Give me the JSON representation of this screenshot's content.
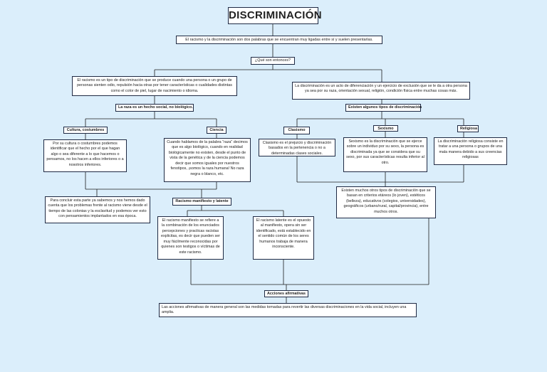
{
  "title": "DISCRIMINACIÓN",
  "intro": "El racismo y la discriminación son dos  palabras que se encuentran muy  ligadas entre sí y suelen presentarlas.",
  "question": "¿Qué son entonces?",
  "left_definition": "El racismo es un tipo de discriminación que se produce cuando una persona o un grupo de personas sienten odio, repulsión hacia otras por tener características o cualidades distintas como el color de piel, lugar de nacimiento o idioma.",
  "race_social": "La raza es un hecho social, no biológico.",
  "culture_label": "Cultura, costumbres",
  "culture_text": "Por su cultura o costumbres podemos identificar que el hecho por el que hagan algo o sea diferente a lo que hacemos o pensamos, no los hacen a ellos inferiores o a nosotros inferiores.",
  "science_label": "Ciencia",
  "science_text": "Cuando hablamos de la palabra “raza” decimos que es algo biológico, cuando en realidad biológicamente no existen, desde el punto de vista de la genética y de la ciencia podemos decir que somos iguales por nuestros fenotipos, ¡somos la raza humana! No raza negra o blanco, etc.",
  "conclusion": "Para concluir esta parte ya sabemos y nos hemos dado cuenta que los problemas frente al racismo viene desde el tiempo de las colonias y la esclavitud y podemos ver esto con pensamientos implantados en esa época.",
  "racism_types_label": "Racismo manifiesto y latente",
  "manifest_text": "El racismo manifiesto se refiere a la combinación de los enunciados percepciones y practicas racistas explicitas, es decir que pueden ser muy fácilmente reconocidas por quienes son testigos o víctimas de este racismo.",
  "latent_text": "El racismo latente es el opuesto al manifiesto, opera sin ser identificado, está establecido en el sentido común de los seres humanos trabaja de manera inconsciente.",
  "right_definition": "La discriminación es un acto de diferenciación y un ejercicio de exclusión que se le da a otra persona ya sea por su raza, orientación sexual, religión, condición física entre muchas cosas más.",
  "types_label": "Existen algunos tipos de discriminación",
  "classism_label": "Clasismo",
  "classism_text": "Clasismo es el prejuicio y discriminación basados en la pertenencia o no a determinadas clases sociales.",
  "sexism_label": "Sexismo",
  "sexism_text": "Sexismo es la discriminación que se ejerce sobre un individuo por su sexo, la persona es discriminada ya que se considera que su sexo, por sus características resulta inferior al otro.",
  "religious_label": "Religiosa",
  "religious_text": "La discriminación religiosa consiste en tratar a una persona o grupos de una mala manera debido a sus creencias religiosas",
  "other_types": "Existen muchos otros tipos de discriminación que se basan en criterios etáreos (lo joven), estéticos (belleza), educativos (colegios, universidades), geográficos (urbano/rural, capital/provincia), entre muchos otros.",
  "affirmative_label": "Acciones afirmativas",
  "affirmative_text": "Las acciones afirmativas de manera  general son las medidas tomadas para  revertir las diversas discriminaciones  en la vida social, incluyen una amplia.",
  "colors": {
    "background": "#dbeefb",
    "border": "#1f2a44",
    "line": "#1c1c1c"
  }
}
